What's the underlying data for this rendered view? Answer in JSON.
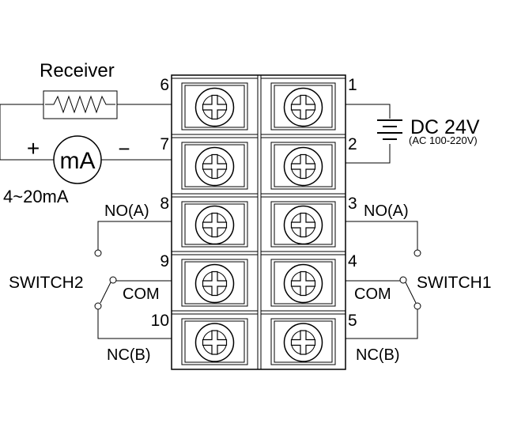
{
  "labels": {
    "receiver": "Receiver",
    "ammeter": "mA",
    "plus": "+",
    "minus": "−",
    "current_range": "4~20mA",
    "dc_supply": "DC 24V",
    "ac_supply": "(AC 100-220V)",
    "no_left": "NO(A)",
    "no_right": "NO(A)",
    "com_left": "COM",
    "com_right": "COM",
    "nc_left": "NC(B)",
    "nc_right": "NC(B)",
    "switch_left": "SWITCH2",
    "switch_right": "SWITCH1"
  },
  "terminals": {
    "left": [
      "6",
      "7",
      "8",
      "9",
      "10"
    ],
    "right": [
      "1",
      "2",
      "3",
      "4",
      "5"
    ]
  }
}
